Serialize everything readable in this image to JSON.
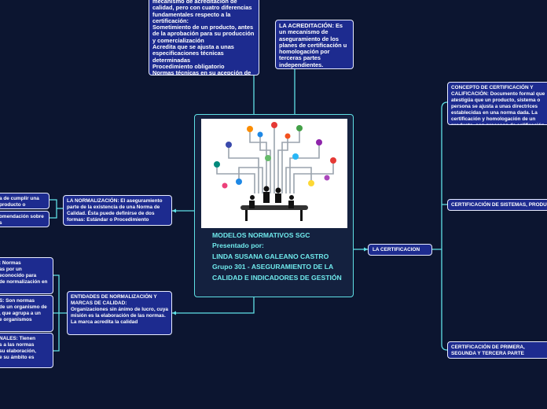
{
  "central": {
    "text": "MODELOS NORMATIVOS SGC\nPresentado por:\nLINDA SUSANA GALEANO CASTRO\nGrupo 301 - ASEGURAMIENTO DE LA CALIDAD E INDICADORES DE GESTIÓN"
  },
  "nodes": {
    "acreditacion_detail": "mecanismo de acreditación de calidad, pero con cuatro diferencias fundamentales respecto a la certificación:\nSometimiento de un producto, antes de la aprobación para su producción y comercialización\nAcredita que se ajusta a unas especificaciones técnicas determinadas\nProcedimiento obligatorio\nNormas técnicas en su acepción de estándares de calidad",
    "acreditacion": "LA ACREDITACIÓN: Es un mecanismo de aseguramiento de los planes de certificación u homologación por terceras partes independientes.",
    "normalizacion": "LA NORMALIZACIÓN: El aseguramiento parte de la existencia de una Norma de Calidad. Ésta puede definirse de dos formas: Estándar o Procedimiento",
    "norm_left_1": "a de cumplir una\nproducto o proceso",
    "norm_left_2": "omendación sobre\ns",
    "certificacion": "LA CERTIFICACION",
    "cert_concepto": "CONCEPTO DE CERTIFICACIÓN Y CALIFICACIÓN: Documento formal que atestigüa que un producto, sistema o persona se ajusta a unas directrices establecidas en una norma dada. La certificación y homologación de un producto, son procesos de calificación",
    "cert_sistemas": "CERTIFICACIÓN DE SISTEMAS, PRODUCTOS Y PERSONAS",
    "cert_primera": "CERTIFICACIÓN DE PRIMERA, SEGUNDA Y TERCERA PARTE",
    "entidades": "ENTIDADES DE NORMALIZACIÓN Y MARCAS DE CALIDAD:\nOrganizaciones sin ánimo de lucro, cuya misión es la elaboración de las normas. La marca acredita la calidad",
    "ent_left_1": ": Normas\nas por un\neconocido para\nde normalización en",
    "ent_left_2": "S: Son normas\nde un organismo de\n, que agrupa a un\ne organismos",
    "ent_left_3": "NALES: Tienen\ns a las normas\nsu elaboración,\ne su ámbito es"
  }
}
